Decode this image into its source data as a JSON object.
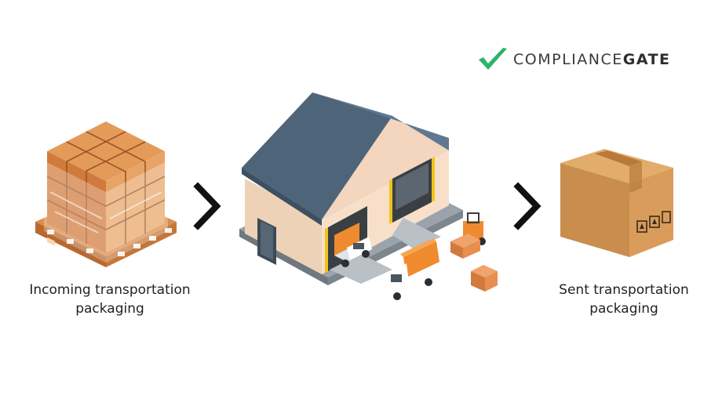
{
  "logo": {
    "word_main": "COMPLIANCE",
    "word_accent": "GATE",
    "check_color": "#2fb36b"
  },
  "captions": {
    "incoming": "Incoming transportation packaging",
    "sent": "Sent transportation packaging"
  },
  "icons": {
    "pallet": "pallet-icon",
    "warehouse": "warehouse-icon",
    "box": "cardboard-box-icon",
    "arrow": "chevron-right-icon"
  },
  "colors": {
    "box": "#cf8a4a",
    "roof": "#4e6479",
    "wall": "#f5dcc5",
    "truck_cargo": "#f08a2e",
    "arrow": "#111111"
  }
}
